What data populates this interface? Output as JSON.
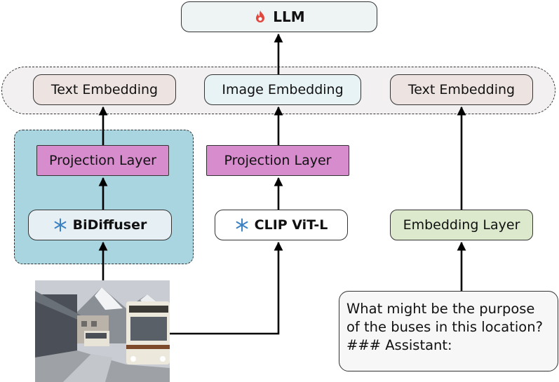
{
  "llm": {
    "label": "LLM",
    "icon": "flame-icon",
    "fill": "#eef3f4"
  },
  "embeddings": [
    {
      "label": "Text Embedding",
      "fill": "#ede3e1"
    },
    {
      "label": "Image Embedding",
      "fill": "#e8f3f5"
    },
    {
      "label": "Text Embedding",
      "fill": "#ede3e1"
    }
  ],
  "projections": [
    {
      "label": "Projection Layer",
      "fill": "#d68ccd"
    },
    {
      "label": "Projection Layer",
      "fill": "#d68ccd"
    }
  ],
  "encoders": {
    "bidiffuser": {
      "label": "BiDiffuser",
      "icon": "snowflake-icon",
      "fill": "#e6eff3"
    },
    "clip": {
      "label": "CLIP ViT-L",
      "icon": "snowflake-icon",
      "fill": "#ffffff"
    },
    "embedding_layer": {
      "label": "Embedding Layer",
      "fill": "#dde9cd"
    }
  },
  "query": {
    "text": "What might be the purpose of the buses in this location? ### Assistant:"
  },
  "colors": {
    "group_fill": "#f2f0f0",
    "branch_fill": "#a9d5e0",
    "snowflake": "#3b82c4",
    "flame": "#e0483e"
  }
}
